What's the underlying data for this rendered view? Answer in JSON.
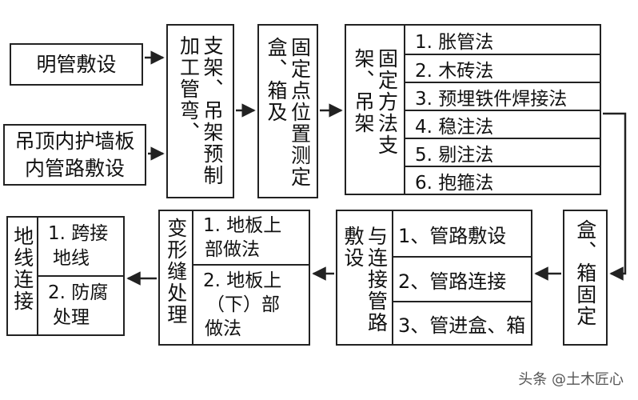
{
  "top_row": {
    "exposed": "明管敷设",
    "ceiling_lines": [
      "吊顶内护墙板",
      "内管路敷设"
    ],
    "support_cols": [
      "支架、吊架",
      "预制加工管弯、"
    ],
    "measure_cols": [
      "固定点位置",
      "测定盒、箱及"
    ],
    "fix_label_cols": [
      "固定方法",
      "支架、吊架"
    ],
    "fix_methods": [
      "1. 胀管法",
      "2. 木砖法",
      "3. 预埋铁件焊接法",
      "4. 稳注法",
      "5. 剔注法",
      "6. 抱箍法"
    ]
  },
  "bottom_row": {
    "box_fix": "盒、箱固定",
    "pipe_label_cols": [
      "与连接",
      "管路敷设"
    ],
    "pipe_items": [
      "1、管路敷设",
      "2、管路连接",
      "3、管进盒、箱"
    ],
    "joint_label": "变形缝处理",
    "joint_items": [
      [
        "1. 地板上",
        "部做法"
      ],
      [
        "2. 地板上",
        "（下）部",
        "做法"
      ]
    ],
    "ground_label": "地线连接",
    "ground_items": [
      [
        "1. 跨接",
        "地线"
      ],
      [
        "2. 防腐",
        "处理"
      ]
    ]
  },
  "watermark": "头条 @土木匠心"
}
